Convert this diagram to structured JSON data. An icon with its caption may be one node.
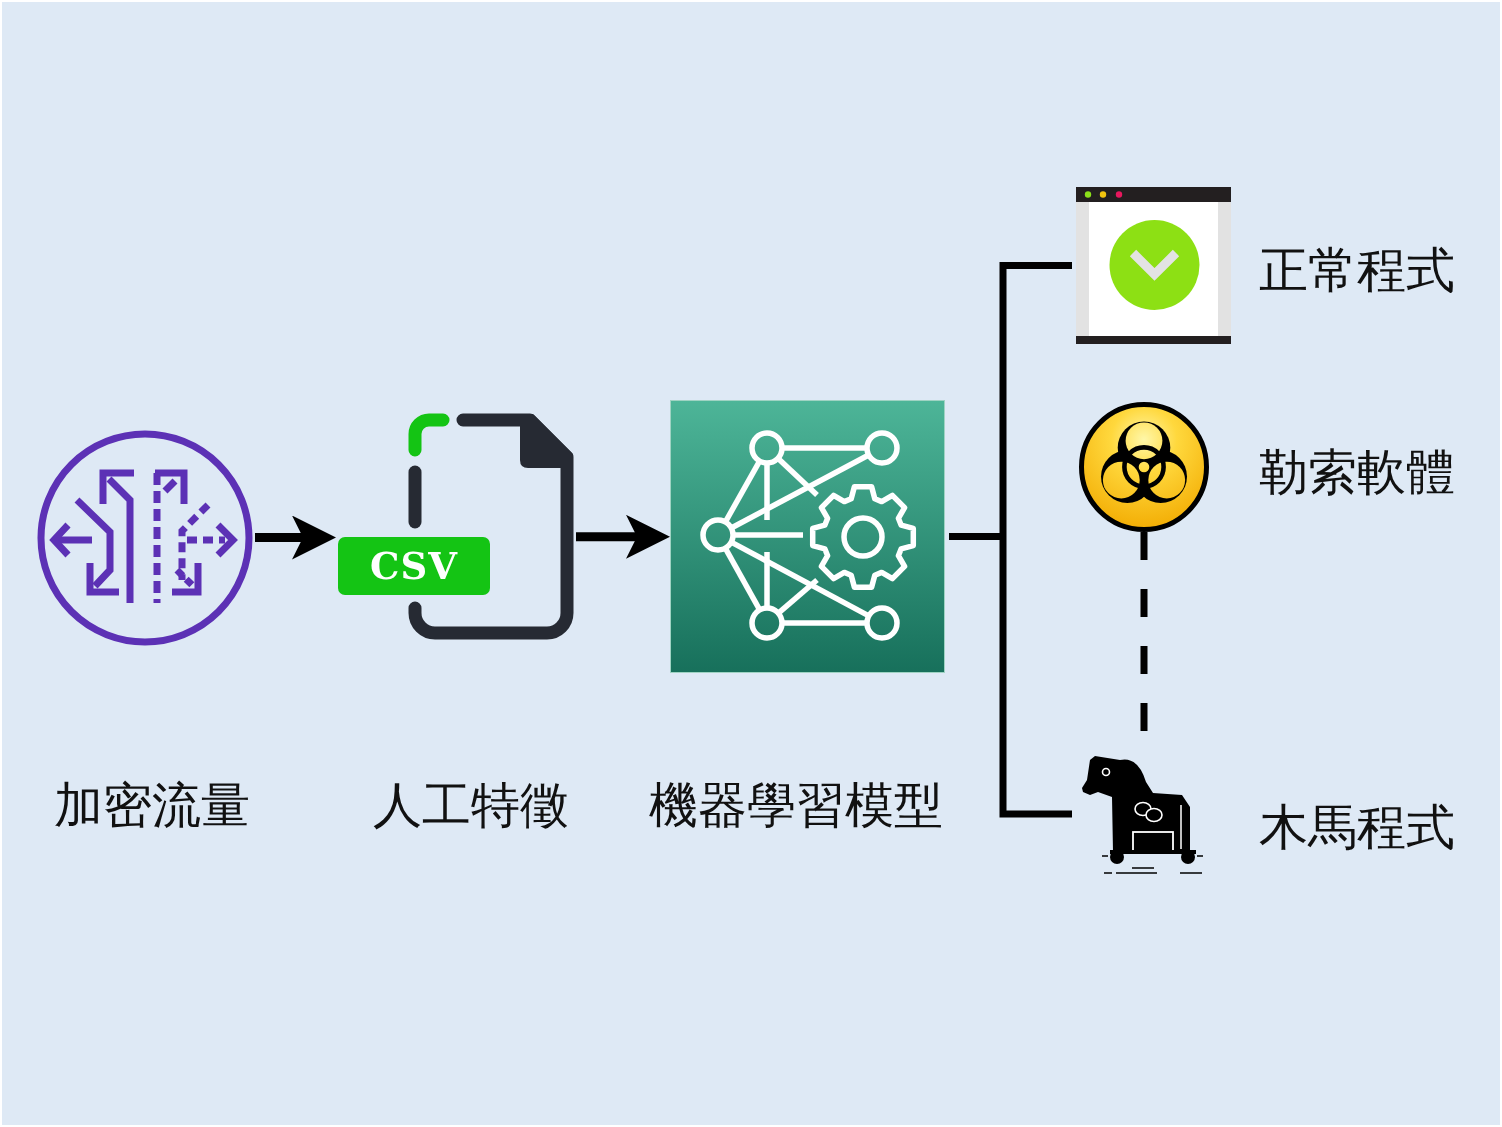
{
  "diagram": {
    "nodes": [
      {
        "text": [],
        "shape": "picture",
        "beside": [
          "加密流量"
        ]
      },
      {
        "text": [
          "CSV"
        ],
        "beside": [
          "人工特徵"
        ]
      },
      {
        "text": [],
        "shape": "picture",
        "beside": [
          "機器學習模型"
        ]
      },
      {
        "text": [],
        "shape": "picture",
        "beside": [
          "正常程式"
        ]
      },
      {
        "text": [],
        "shape": "picture",
        "beside": [
          "勒索軟體"
        ]
      },
      {
        "text": [],
        "shape": "picture",
        "beside": [
          "木馬程式"
        ]
      }
    ],
    "edges": [
      {
        "from": 0,
        "to": 1,
        "arrow": "to"
      },
      {
        "from": 1,
        "to": 2,
        "arrow": "to"
      },
      {
        "from": 2,
        "to": 3,
        "arrow": "none"
      },
      {
        "from": 2,
        "to": 5,
        "arrow": "none"
      },
      {
        "from": 4,
        "to": 5,
        "arrow": "none",
        "style": "dashed"
      }
    ]
  }
}
